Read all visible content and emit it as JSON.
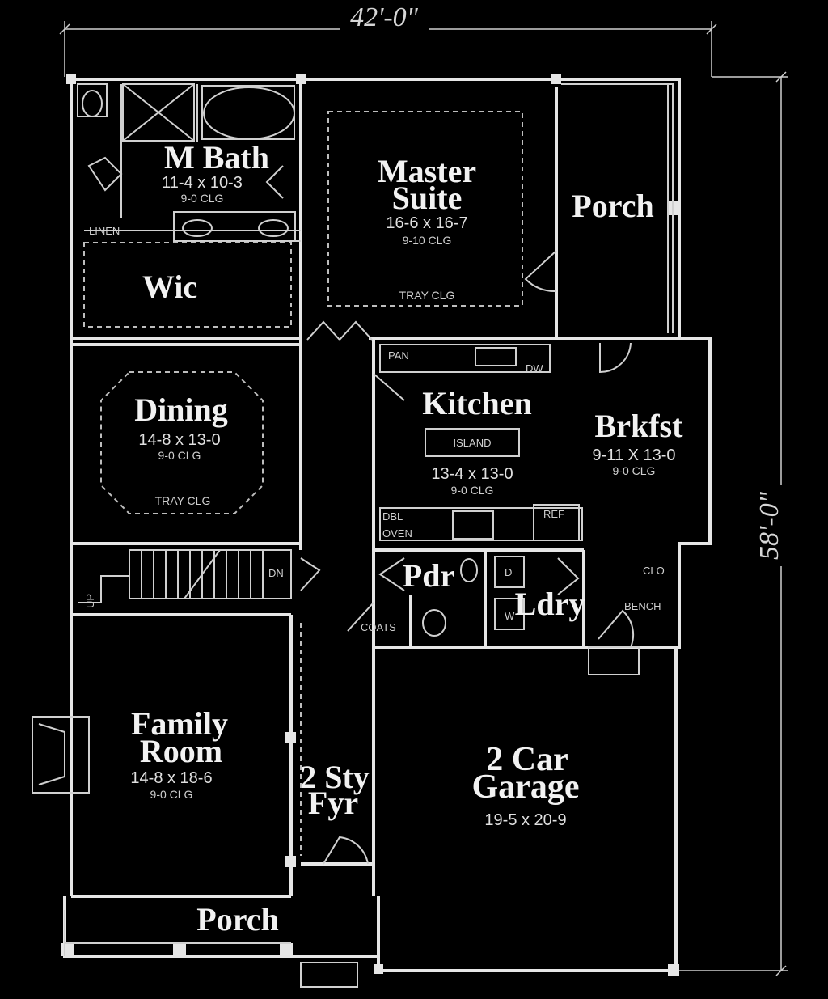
{
  "dimensions": {
    "width": "42'-0\"",
    "depth": "58'-0\""
  },
  "rooms": {
    "m_bath": {
      "name": "M Bath",
      "size": "11-4 x 10-3",
      "ceiling": "9-0 CLG"
    },
    "linen": {
      "label": "LINEN"
    },
    "wic": {
      "name": "Wic"
    },
    "master": {
      "name_line1": "Master",
      "name_line2": "Suite",
      "size": "16-6 x 16-7",
      "ceiling": "9-10 CLG",
      "ceiling_type": "TRAY CLG"
    },
    "porch_rear": {
      "name": "Porch"
    },
    "dining": {
      "name": "Dining",
      "size": "14-8 x 13-0",
      "ceiling": "9-0 CLG",
      "ceiling_type": "TRAY CLG"
    },
    "kitchen": {
      "name": "Kitchen",
      "island": "ISLAND",
      "size": "13-4 x 13-0",
      "ceiling": "9-0 CLG",
      "pan": "PAN",
      "dw": "DW",
      "dbl_line1": "DBL",
      "dbl_line2": "OVEN",
      "ref": "REF"
    },
    "brkfst": {
      "name": "Brkfst",
      "size": "9-11 X 13-0",
      "ceiling": "9-0 CLG"
    },
    "stairs": {
      "up": "UP",
      "dn": "DN"
    },
    "pdr": {
      "name": "Pdr"
    },
    "coats": {
      "label": "COATS"
    },
    "ldry": {
      "name": "Ldry",
      "dryer": "D",
      "washer": "W"
    },
    "clo": {
      "label": "CLO"
    },
    "bench": {
      "label": "BENCH"
    },
    "family": {
      "name_line1": "Family",
      "name_line2": "Room",
      "size": "14-8 x 18-6",
      "ceiling": "9-0 CLG"
    },
    "foyer": {
      "name_line1": "2 Sty",
      "name_line2": "Fyr"
    },
    "garage": {
      "name_line1": "2 Car",
      "name_line2": "Garage",
      "size": "19-5 x 20-9"
    },
    "porch_front": {
      "name": "Porch"
    }
  }
}
